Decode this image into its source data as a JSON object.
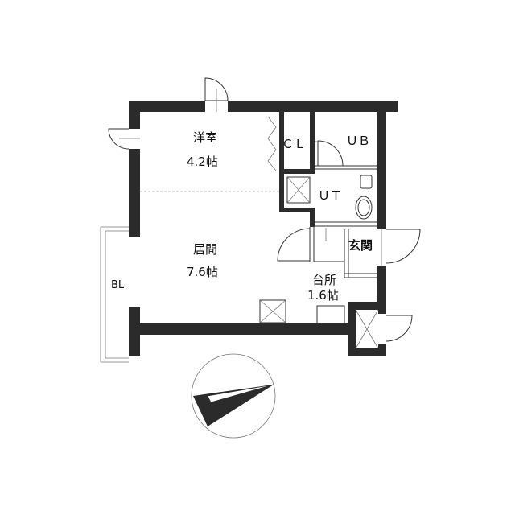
{
  "rooms": {
    "western_room": {
      "name": "洋室",
      "size": "4.2帖"
    },
    "closet": {
      "name": "ＣＬ"
    },
    "bath": {
      "name": "ＵＢ"
    },
    "utility": {
      "name": "ＵＴ"
    },
    "living": {
      "name": "居間",
      "size": "7.6帖"
    },
    "entrance": {
      "name": "玄関"
    },
    "kitchen": {
      "name": "台所",
      "size": "1.6帖"
    },
    "balcony": {
      "name": "BL"
    }
  },
  "colors": {
    "wall": "#2b2b2b",
    "line": "#333333",
    "background": "#ffffff"
  }
}
